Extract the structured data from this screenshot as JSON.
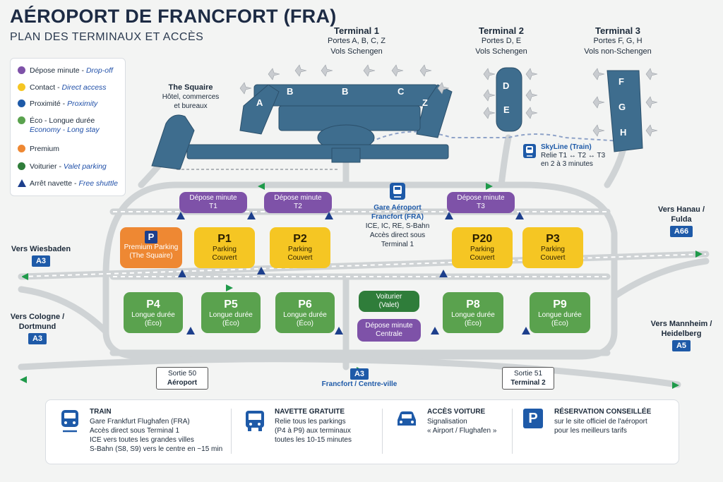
{
  "header": {
    "title": "AÉROPORT DE FRANCFORT (FRA)",
    "subtitle": "PLAN DES TERMINAUX ET ACCÈS"
  },
  "legend": {
    "items": [
      {
        "label": "Dépose minute",
        "en": "Drop-off",
        "color": "#7e52a8"
      },
      {
        "label": "Contact",
        "en": "Direct access",
        "color": "#f5c623"
      },
      {
        "label": "Proximité",
        "en": "Proximity",
        "color": "#1e5aa8"
      },
      {
        "label": "Éco - Longue durée",
        "en": "Economy - Long stay",
        "color": "#5aa24e"
      },
      {
        "label": "Premium",
        "en": "",
        "color": "#ee8833"
      },
      {
        "label": "Voiturier",
        "en": "Valet parking",
        "color": "#2f7d3a"
      },
      {
        "label": "Arrêt navette",
        "en": "Free shuttle",
        "color": "#1d3f8c"
      }
    ]
  },
  "terminals": {
    "t1": {
      "name": "Terminal 1",
      "gates": "Portes A, B, C, Z",
      "zone": "Vols Schengen"
    },
    "t2": {
      "name": "Terminal 2",
      "gates": "Portes D, E",
      "zone": "Vols Schengen"
    },
    "t3": {
      "name": "Terminal 3",
      "gates": "Portes F, G, H",
      "zone": "Vols non-Schengen"
    },
    "gate_letters": [
      "A",
      "B",
      "B",
      "C",
      "Z",
      "D",
      "E",
      "F",
      "G",
      "H"
    ]
  },
  "squaire": {
    "name": "The Squaire",
    "desc1": "Hôtel, commerces",
    "desc2": "et bureaux"
  },
  "skyline": {
    "name": "SkyLine (Train)",
    "line1": "Relie T1 ↔ T2 ↔ T3",
    "line2": "en 2 à 3 minutes"
  },
  "station": {
    "name1": "Gare Aéroport",
    "name2": "Francfort (FRA)",
    "lines": "ICE, IC, RE, S-Bahn",
    "access1": "Accès direct sous",
    "access2": "Terminal 1"
  },
  "lots": {
    "dm_t1": {
      "l1": "Dépose minute",
      "l2": "T1"
    },
    "dm_t2": {
      "l1": "Dépose minute",
      "l2": "T2"
    },
    "dm_t3": {
      "l1": "Dépose minute",
      "l2": "T3"
    },
    "premium": {
      "icon": "P",
      "l1": "Premium Parking",
      "l2": "(The Squaire)"
    },
    "p1": {
      "name": "P1",
      "l1": "Parking",
      "l2": "Couvert"
    },
    "p2": {
      "name": "P2",
      "l1": "Parking",
      "l2": "Couvert"
    },
    "p20": {
      "name": "P20",
      "l1": "Parking",
      "l2": "Couvert"
    },
    "p3": {
      "name": "P3",
      "l1": "Parking",
      "l2": "Couvert"
    },
    "p4": {
      "name": "P4",
      "l1": "Longue durée",
      "l2": "(Éco)"
    },
    "p5": {
      "name": "P5",
      "l1": "Longue durée",
      "l2": "(Éco)"
    },
    "p6": {
      "name": "P6",
      "l1": "Longue durée",
      "l2": "(Éco)"
    },
    "p8": {
      "name": "P8",
      "l1": "Longue durée",
      "l2": "(Éco)"
    },
    "p9": {
      "name": "P9",
      "l1": "Longue durée",
      "l2": "(Éco)"
    },
    "valet": {
      "l1": "Voiturier",
      "l2": "(Valet)"
    },
    "dm_central": {
      "l1": "Dépose minute",
      "l2": "Centrale"
    }
  },
  "destinations": {
    "hanau": {
      "l1": "Vers Hanau /",
      "l2": "Fulda",
      "road": "A66"
    },
    "wiesbaden": {
      "l1": "Vers Wiesbaden",
      "road": "A3"
    },
    "cologne": {
      "l1": "Vers Cologne /",
      "l2": "Dortmund",
      "road": "A3"
    },
    "mannheim": {
      "l1": "Vers Mannheim /",
      "l2": "Heidelberg",
      "road": "A5"
    },
    "frankfurt": {
      "road": "A3",
      "l1": "Francfort / Centre-ville"
    }
  },
  "exits": {
    "e50": {
      "l1": "Sortie 50",
      "l2": "Aéroport"
    },
    "e51": {
      "l1": "Sortie 51",
      "l2": "Terminal 2"
    }
  },
  "info": {
    "train": {
      "title": "TRAIN",
      "l1": "Gare Frankfurt Flughafen (FRA)",
      "l2": "Accès direct sous Terminal 1",
      "l3": "ICE vers toutes les grandes villes",
      "l4": "S-Bahn (S8, S9) vers le centre en ~15 min"
    },
    "shuttle": {
      "title": "NAVETTE GRATUITE",
      "l1": "Relie tous les parkings",
      "l2": "(P4 à P9) aux terminaux",
      "l3": "toutes les 10-15 minutes"
    },
    "car": {
      "title": "ACCÈS VOITURE",
      "l1": "Signalisation",
      "l2": "« Airport / Flughafen »"
    },
    "booking": {
      "title": "RÉSERVATION CONSEILLÉE",
      "icon": "P",
      "l1": "sur le site officiel de l'aéroport",
      "l2": "pour les meilleurs tarifs"
    }
  }
}
